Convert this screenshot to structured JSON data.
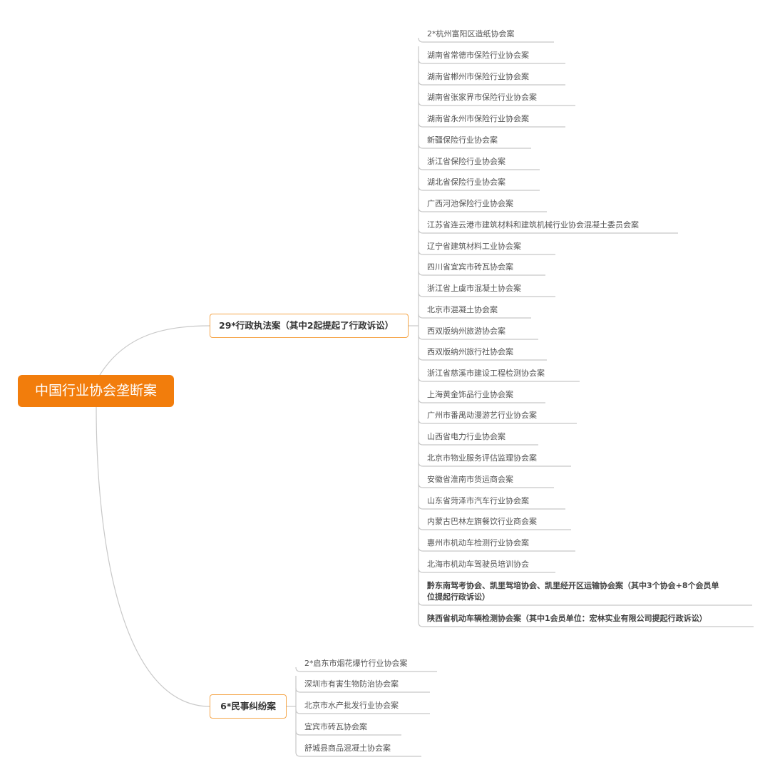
{
  "root": {
    "label": "中国行业协会垄断案"
  },
  "branches": [
    {
      "label": "29*行政执法案（其中2起提起了行政诉讼）",
      "children": [
        "2*杭州富阳区造纸协会案",
        "湖南省常德市保险行业协会案",
        "湖南省郴州市保险行业协会案",
        "湖南省张家界市保险行业协会案",
        "湖南省永州市保险行业协会案",
        "新疆保险行业协会案",
        "浙江省保险行业协会案",
        "湖北省保险行业协会案",
        "广西河池保险行业协会案",
        "江苏省连云港市建筑材料和建筑机械行业协会混凝土委员会案",
        "辽宁省建筑材料工业协会案",
        "四川省宜宾市砖瓦协会案",
        "浙江省上虞市混凝土协会案",
        "北京市混凝土协会案",
        "西双版纳州旅游协会案",
        "西双版纳州旅行社协会案",
        "浙江省慈溪市建设工程检测协会案",
        "上海黄金饰品行业协会案",
        "广州市番禺动漫游艺行业协会案",
        "山西省电力行业协会案",
        "北京市物业服务评估监理协会案",
        "安徽省淮南市货运商会案",
        "山东省菏泽市汽车行业协会案",
        "内蒙古巴林左旗餐饮行业商会案",
        "惠州市机动车检测行业协会案",
        "北海市机动车驾驶员培训协会",
        "黔东南驾考协会、凯里驾培协会、凯里经开区运输协会案（其中3个协会+8个会员单位提起行政诉讼）",
        "陕西省机动车辆检测协会案（其中1会员单位：宏林实业有限公司提起行政诉讼）"
      ]
    },
    {
      "label": "6*民事纠纷案",
      "children": [
        "2*启东市烟花爆竹行业协会案",
        "深圳市有害生物防治协会案",
        "北京市水产批发行业协会案",
        "宜宾市砖瓦协会案",
        "舒城县商品混凝土协会案"
      ]
    }
  ],
  "colors": {
    "root_fill": "#f27d0c",
    "branch_border": "#f5a64a",
    "connector": "#c8c8c8"
  }
}
